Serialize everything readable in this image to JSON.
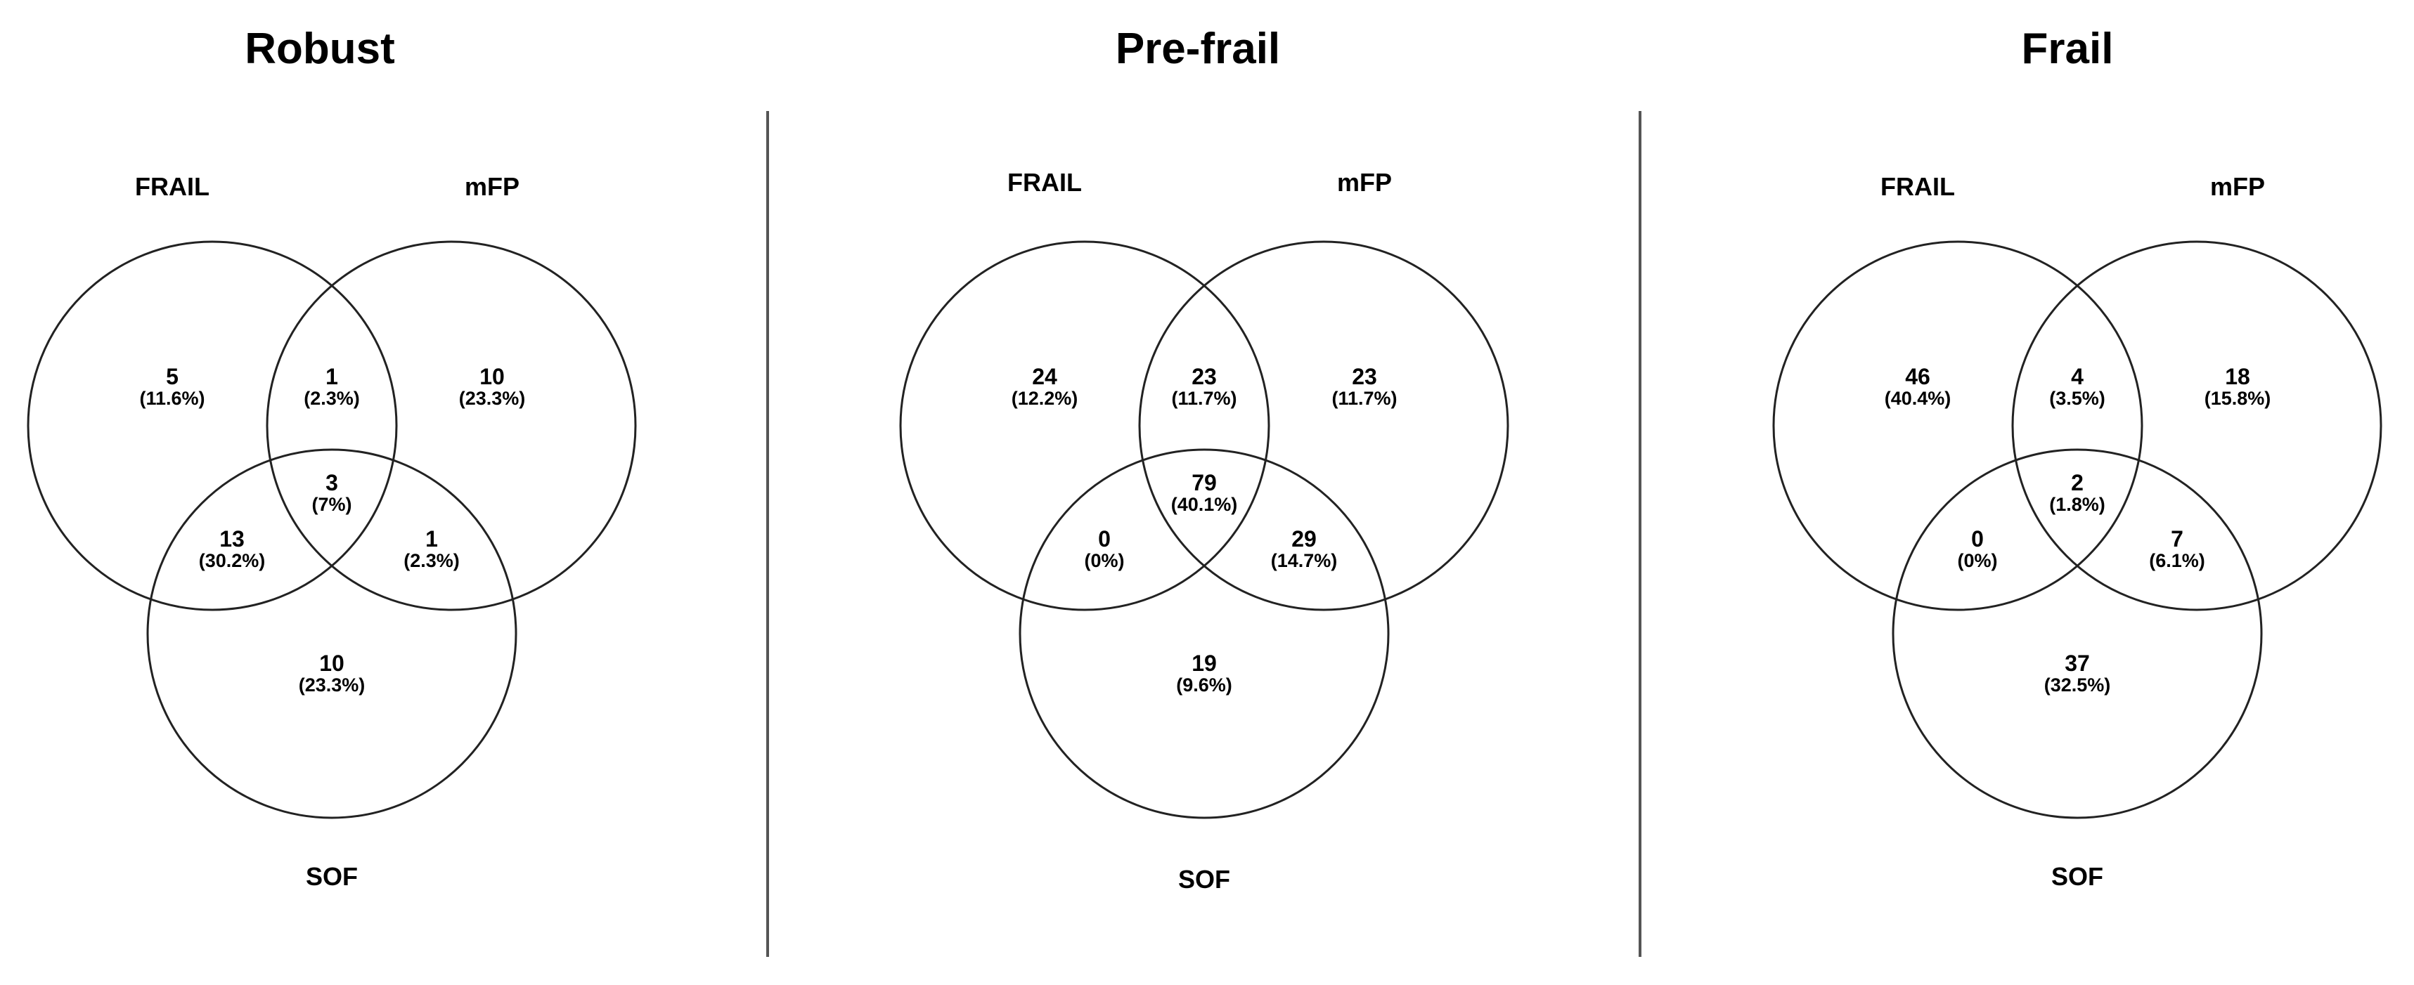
{
  "panels": [
    {
      "title": "Robust",
      "labels": {
        "a": "FRAIL",
        "b": "mFP",
        "c": "SOF"
      },
      "regions": {
        "a_only": {
          "count": "5",
          "pct": "(11.6%)"
        },
        "ab": {
          "count": "1",
          "pct": "(2.3%)"
        },
        "b_only": {
          "count": "10",
          "pct": "(23.3%)"
        },
        "abc": {
          "count": "3",
          "pct": "(7%)"
        },
        "ac": {
          "count": "13",
          "pct": "(30.2%)"
        },
        "bc": {
          "count": "1",
          "pct": "(2.3%)"
        },
        "c_only": {
          "count": "10",
          "pct": "(23.3%)"
        }
      }
    },
    {
      "title": "Pre-frail",
      "labels": {
        "a": "FRAIL",
        "b": "mFP",
        "c": "SOF"
      },
      "regions": {
        "a_only": {
          "count": "24",
          "pct": "(12.2%)"
        },
        "ab": {
          "count": "23",
          "pct": "(11.7%)"
        },
        "b_only": {
          "count": "23",
          "pct": "(11.7%)"
        },
        "abc": {
          "count": "79",
          "pct": "(40.1%)"
        },
        "ac": {
          "count": "0",
          "pct": "(0%)"
        },
        "bc": {
          "count": "29",
          "pct": "(14.7%)"
        },
        "c_only": {
          "count": "19",
          "pct": "(9.6%)"
        }
      }
    },
    {
      "title": "Frail",
      "labels": {
        "a": "FRAIL",
        "b": "mFP",
        "c": "SOF"
      },
      "regions": {
        "a_only": {
          "count": "46",
          "pct": "(40.4%)"
        },
        "ab": {
          "count": "4",
          "pct": "(3.5%)"
        },
        "b_only": {
          "count": "18",
          "pct": "(15.8%)"
        },
        "abc": {
          "count": "2",
          "pct": "(1.8%)"
        },
        "ac": {
          "count": "0",
          "pct": "(0%)"
        },
        "bc": {
          "count": "7",
          "pct": "(6.1%)"
        },
        "c_only": {
          "count": "37",
          "pct": "(32.5%)"
        }
      }
    }
  ],
  "colors": {
    "circle_stroke": "#222222",
    "divider": "#555555",
    "text": "#000000",
    "background": "#ffffff"
  }
}
